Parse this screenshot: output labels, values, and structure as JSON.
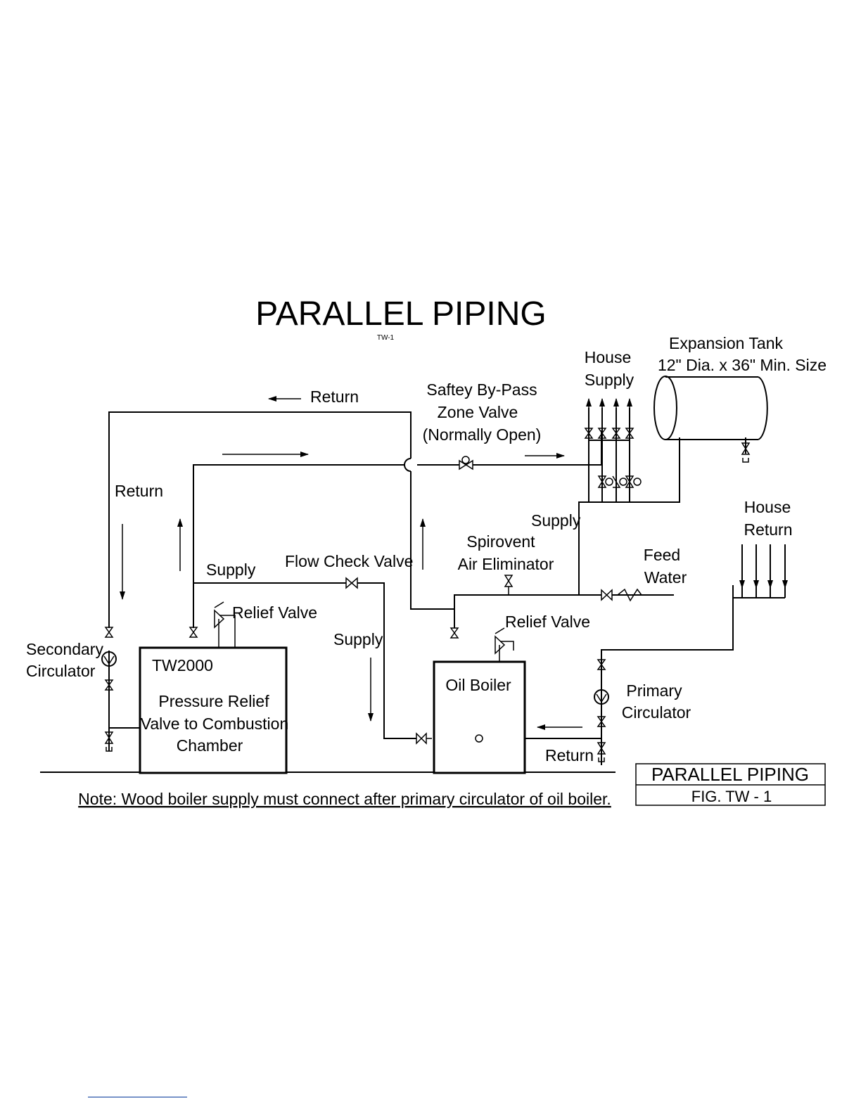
{
  "title": "PARALLEL PIPING",
  "subtitle": "TW-1",
  "labels": {
    "return_top": "Return",
    "bypass_1": "Saftey By-Pass",
    "bypass_2": "Zone Valve",
    "bypass_3": "(Normally Open)",
    "house_supply_1": "House",
    "house_supply_2": "Supply",
    "expansion_1": "Expansion Tank",
    "expansion_2": "12\" Dia. x 36\" Min. Size",
    "return_left": "Return",
    "supply_right": "Supply",
    "spirovent_1": "Spirovent",
    "spirovent_2": "Air Eliminator",
    "house_return_1": "House",
    "house_return_2": "Return",
    "feed_1": "Feed",
    "feed_2": "Water",
    "supply_mid": "Supply",
    "flow_check": "Flow Check Valve",
    "relief_left": "Relief Valve",
    "relief_right": "Relief Valve",
    "secondary_1": "Secondary",
    "secondary_2": "Circulator",
    "tw2000": "TW2000",
    "prv_1": "Pressure Relief",
    "prv_2": "Valve to Combustion",
    "prv_3": "Chamber",
    "supply_down": "Supply",
    "oil_boiler": "Oil Boiler",
    "primary_1": "Primary",
    "primary_2": "Circulator",
    "return_bottom": "Return",
    "note": "Note: Wood boiler supply must connect after primary circulator of oil boiler.",
    "title_block_1": "PARALLEL PIPING",
    "title_block_2": "FIG. TW - 1"
  }
}
